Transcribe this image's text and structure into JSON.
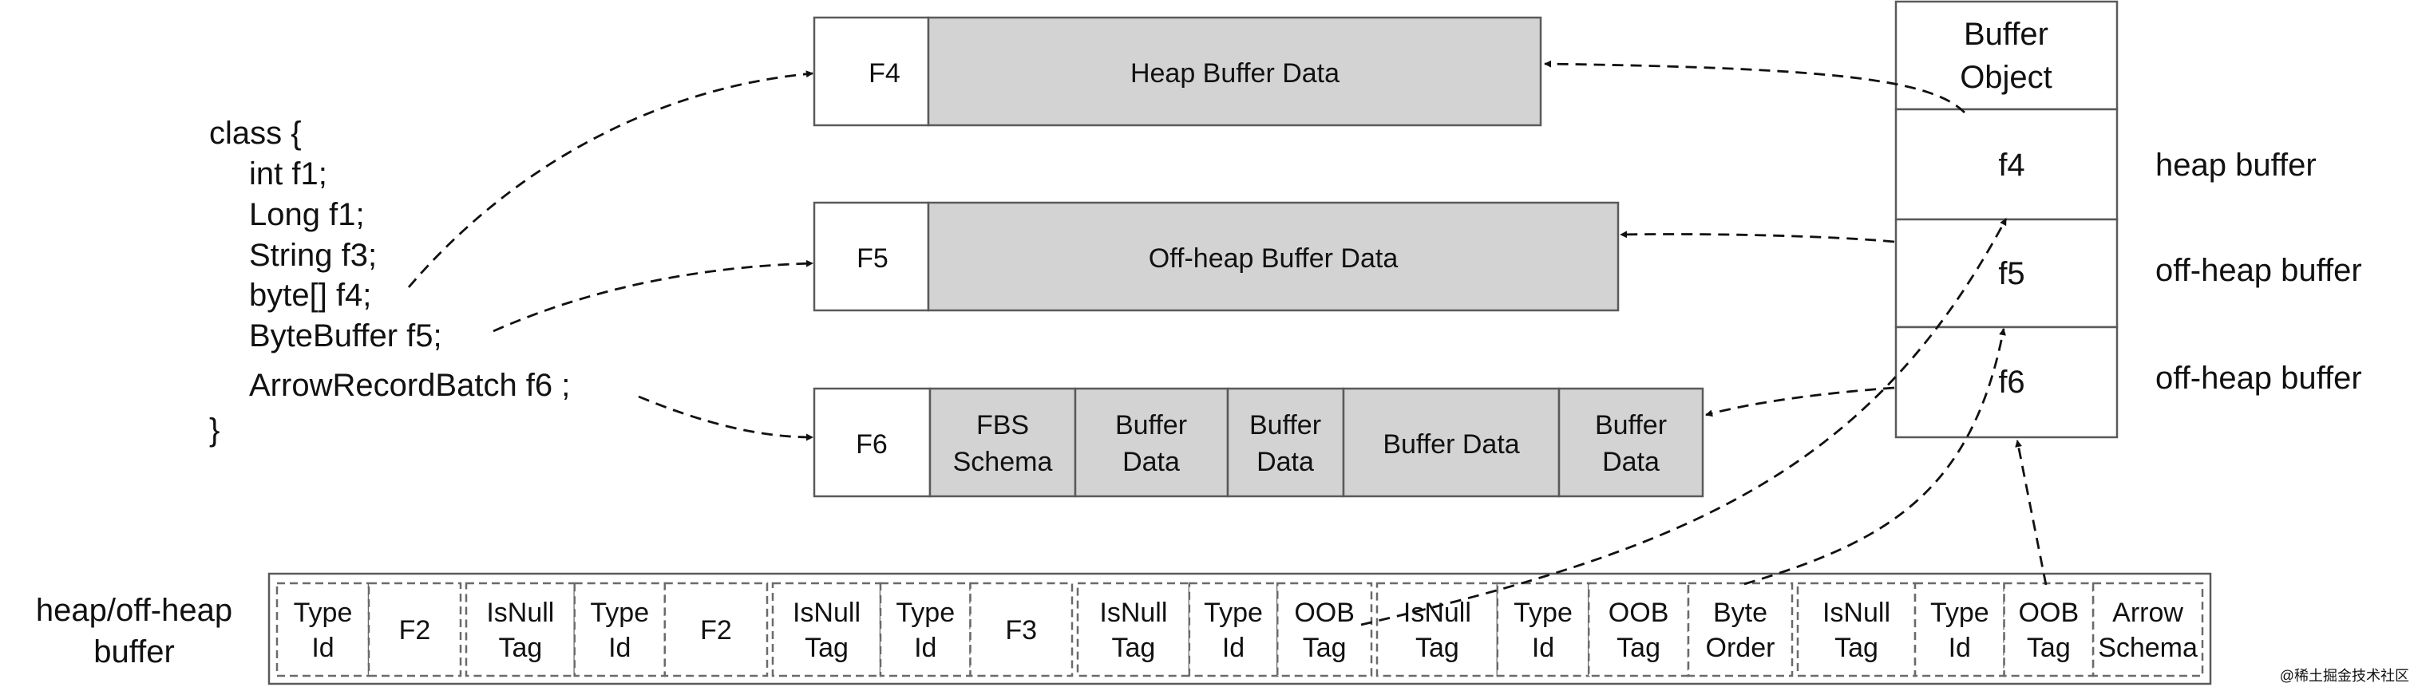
{
  "class_code": {
    "open": "class {",
    "lines": [
      "int f1;",
      "Long f1;",
      "String f3;",
      "byte[] f4;",
      "ByteBuffer f5;",
      "ArrowRecordBatch f6 ;"
    ],
    "close": "}"
  },
  "buffers": {
    "f4": {
      "tag": "F4",
      "data": "Heap Buffer Data"
    },
    "f5": {
      "tag": "F5",
      "data": "Off-heap Buffer Data"
    },
    "f6": {
      "tag": "F6",
      "segments": [
        [
          "FBS",
          "Schema"
        ],
        [
          "Buffer",
          "Data"
        ],
        [
          "Buffer",
          "Data"
        ],
        [
          "Buffer Data"
        ],
        [
          "Buffer",
          "Data"
        ]
      ]
    }
  },
  "buffer_object": {
    "title": [
      "Buffer",
      "Object"
    ],
    "rows": [
      {
        "field": "f4",
        "kind": "heap buffer"
      },
      {
        "field": "f5",
        "kind": "off-heap buffer"
      },
      {
        "field": "f6",
        "kind": "off-heap buffer"
      }
    ]
  },
  "serialized": {
    "label": [
      "heap/off-heap",
      "buffer"
    ],
    "groups": [
      [
        [
          "Type",
          "Id"
        ],
        [
          "F2"
        ]
      ],
      [
        [
          "IsNull",
          "Tag"
        ],
        [
          "Type",
          "Id"
        ],
        [
          "F2"
        ]
      ],
      [
        [
          "IsNull",
          "Tag"
        ],
        [
          "Type",
          "Id"
        ],
        [
          "F3"
        ]
      ],
      [
        [
          "IsNull",
          "Tag"
        ],
        [
          "Type",
          "Id"
        ],
        [
          "OOB",
          "Tag"
        ]
      ],
      [
        [
          "IsNull",
          "Tag"
        ],
        [
          "Type",
          "Id"
        ],
        [
          "OOB",
          "Tag"
        ],
        [
          "Byte",
          "Order"
        ]
      ],
      [
        [
          "IsNull",
          "Tag"
        ],
        [
          "Type",
          "Id"
        ],
        [
          "OOB",
          "Tag"
        ],
        [
          "Arrow",
          "Schema"
        ]
      ]
    ]
  },
  "watermark": "@稀土掘金技术社区",
  "colors": {
    "box_fill": "#d3d3d3",
    "stroke": "#5a5a5a",
    "text": "#111111"
  }
}
